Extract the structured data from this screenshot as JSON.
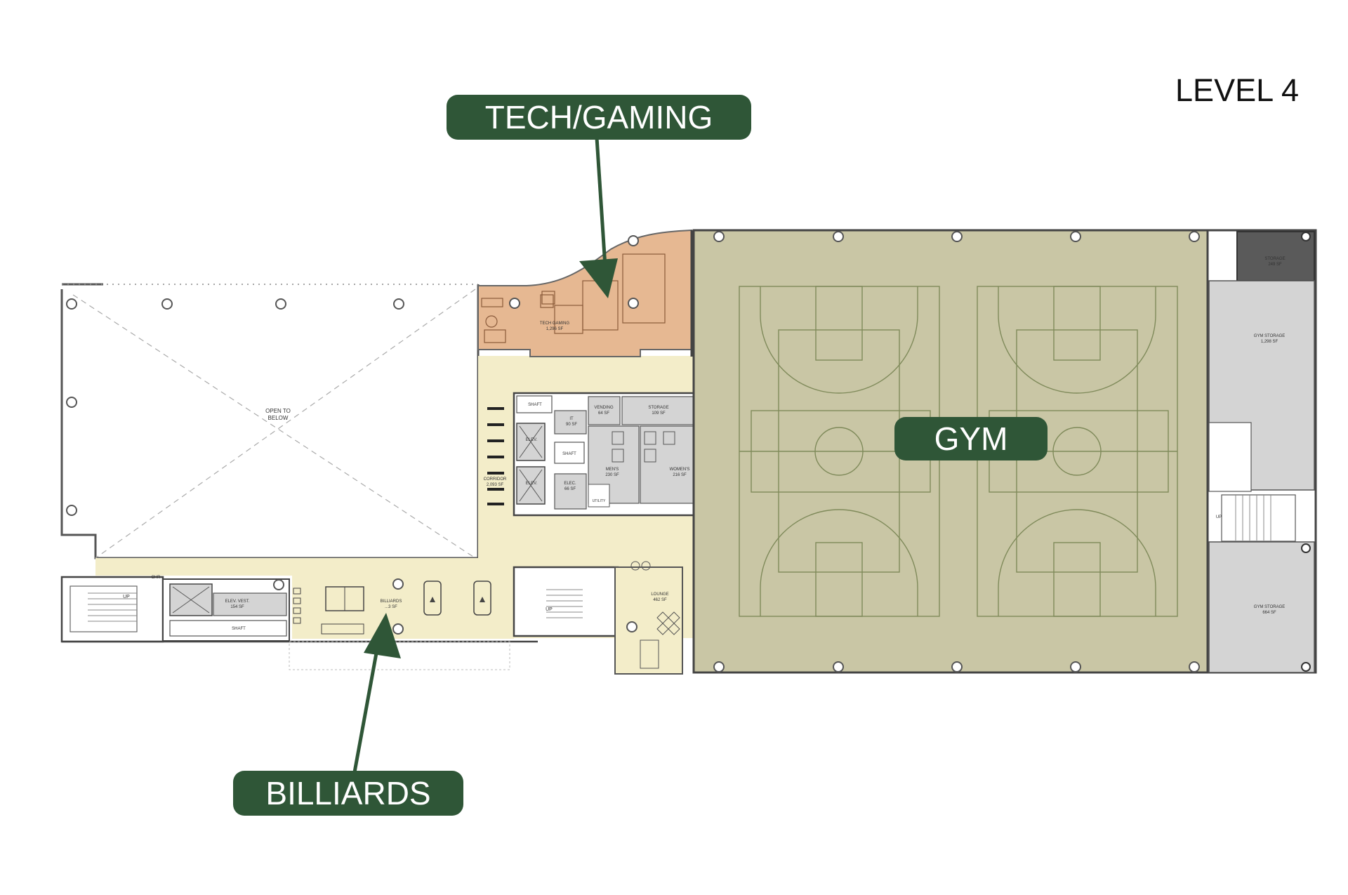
{
  "level_label": "LEVEL 4",
  "callouts": {
    "tech_gaming": "TECH/GAMING",
    "gym": "GYM",
    "billiards": "BILLIARDS"
  },
  "rooms": {
    "open_to_below": [
      "OPEN TO",
      "BELOW"
    ],
    "tech_gaming": [
      "TECH GAMING",
      "1,296 SF"
    ],
    "shaft_1": "SHAFT",
    "it": [
      "IT",
      "90 SF"
    ],
    "vending": [
      "VENDING",
      "64 SF"
    ],
    "storage_center": [
      "STORAGE",
      "109 SF"
    ],
    "elev_1": "ELEV.",
    "elev_2": "ELEV.",
    "shaft_2": "SHAFT",
    "elec": [
      "ELEC.",
      "66 SF"
    ],
    "mens": [
      "MEN'S",
      "230 SF"
    ],
    "womens": [
      "WOMEN'S",
      "216 SF"
    ],
    "utility": "UTILITY",
    "corridor": [
      "CORRIDOR",
      "2,093 SF"
    ],
    "elev_vest": [
      "ELEV. VEST.",
      "154 SF"
    ],
    "shaft_3": "SHAFT",
    "billiards": [
      "BILLIARDS",
      "...3 SF"
    ],
    "lounge": [
      "LOUNGE",
      "462 SF"
    ],
    "storage_corner": [
      "STORAGE",
      "249 SF"
    ],
    "gym_storage_1": [
      "GYM STORAGE",
      "1,298 SF"
    ],
    "gym_storage_2": [
      "GYM STORAGE",
      "664 SF"
    ],
    "up_1": "UP",
    "up_2": "UP",
    "up_3": "UP",
    "chr": "CHR"
  },
  "colors": {
    "callout": "#2f5637",
    "gym_floor": "#c9c6a5",
    "tech_gaming": "#e6b892",
    "corridor": "#f3edc9",
    "storage_gray": "#d4d4d4",
    "storage_dark": "#5a5a5a",
    "wall": "#444444",
    "court_line": "#7f8a5a"
  }
}
